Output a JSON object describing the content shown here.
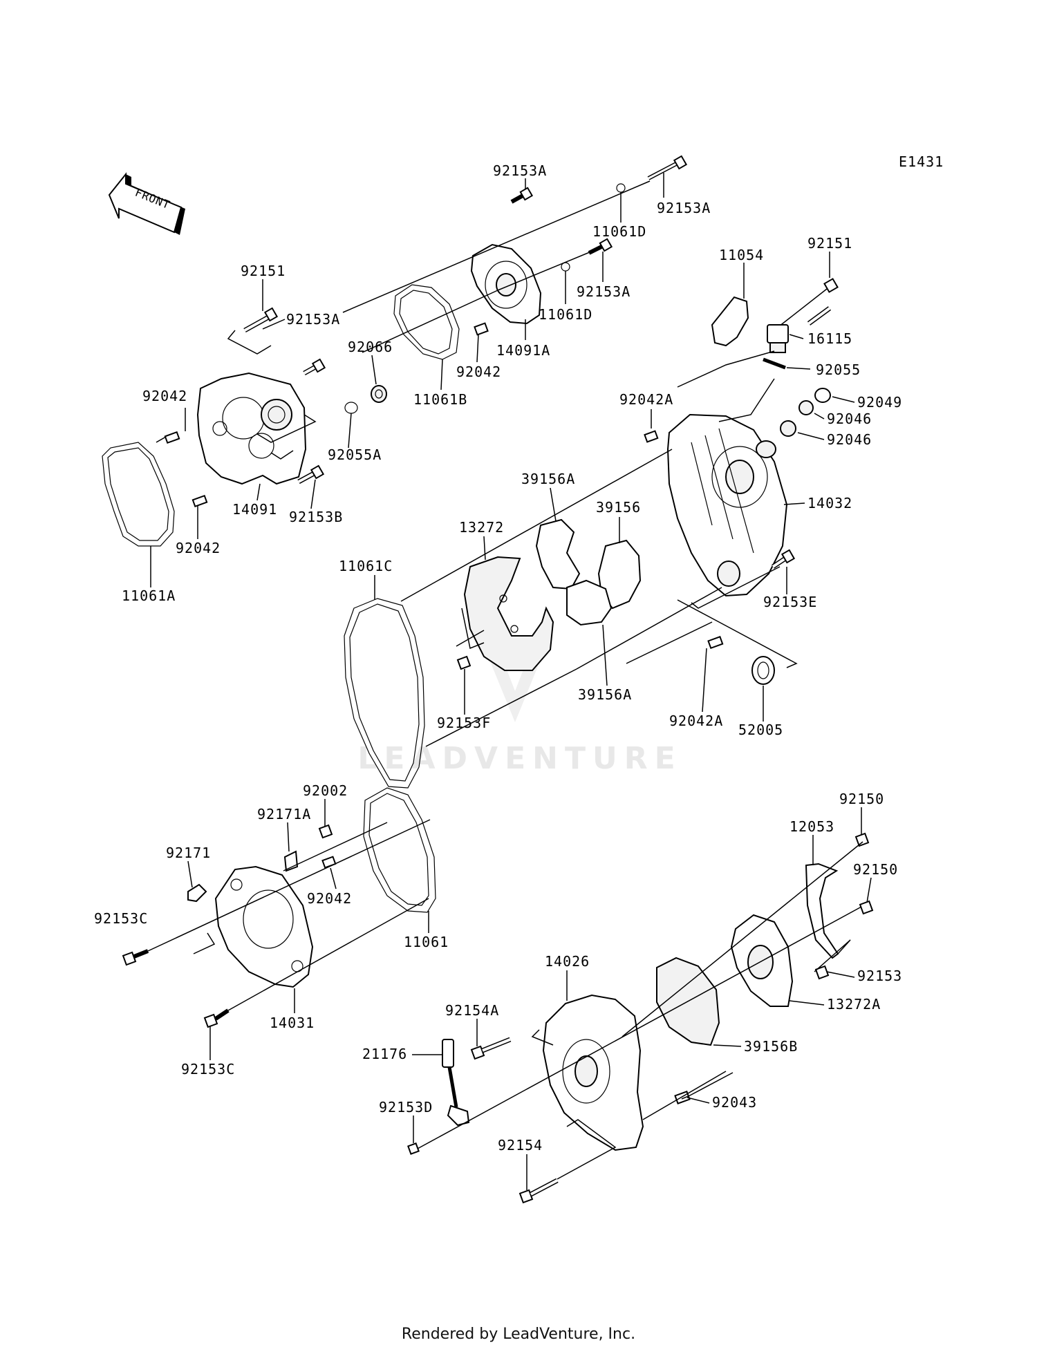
{
  "diagram": {
    "code": "E1431",
    "front_label": "FRONT",
    "watermark": "LEADVENTURE"
  },
  "labels": {
    "p92153A_top": "92153A",
    "p92153A_tr": "92153A",
    "p11061D_1": "11061D",
    "p92153A_mid": "92153A",
    "p11061D_2": "11061D",
    "p14091A": "14091A",
    "p92042_mid": "92042",
    "p11061B": "11061B",
    "p92066": "92066",
    "p92151_left": "92151",
    "p92153A_left": "92153A",
    "p92042_left": "92042",
    "p92055A": "92055A",
    "p92153B": "92153B",
    "p14091": "14091",
    "p92042_low": "92042",
    "p11061A": "11061A",
    "p11054": "11054",
    "p92151_right": "92151",
    "p16115": "16115",
    "p92055": "92055",
    "p92049": "92049",
    "p92046_1": "92046",
    "p92046_2": "92046",
    "p92042A_top": "92042A",
    "p14032": "14032",
    "p39156A_top": "39156A",
    "p39156": "39156",
    "p13272": "13272",
    "p11061C": "11061C",
    "p92153E": "92153E",
    "p39156A_bot": "39156A",
    "p92153F": "92153F",
    "p92042A_bot": "92042A",
    "p52005": "52005",
    "p92002": "92002",
    "p92171A": "92171A",
    "p92171": "92171",
    "p92153C_top": "92153C",
    "p92042_b": "92042",
    "p11061": "11061",
    "p14031": "14031",
    "p92153C_bot": "92153C",
    "p92150_1": "92150",
    "p12053": "12053",
    "p92150_2": "92150",
    "p14026": "14026",
    "p92153": "92153",
    "p92154A": "92154A",
    "p13272A": "13272A",
    "p21176": "21176",
    "p39156B": "39156B",
    "p92043": "92043",
    "p92153D": "92153D",
    "p92154": "92154"
  },
  "footer": "Rendered by LeadVenture, Inc."
}
